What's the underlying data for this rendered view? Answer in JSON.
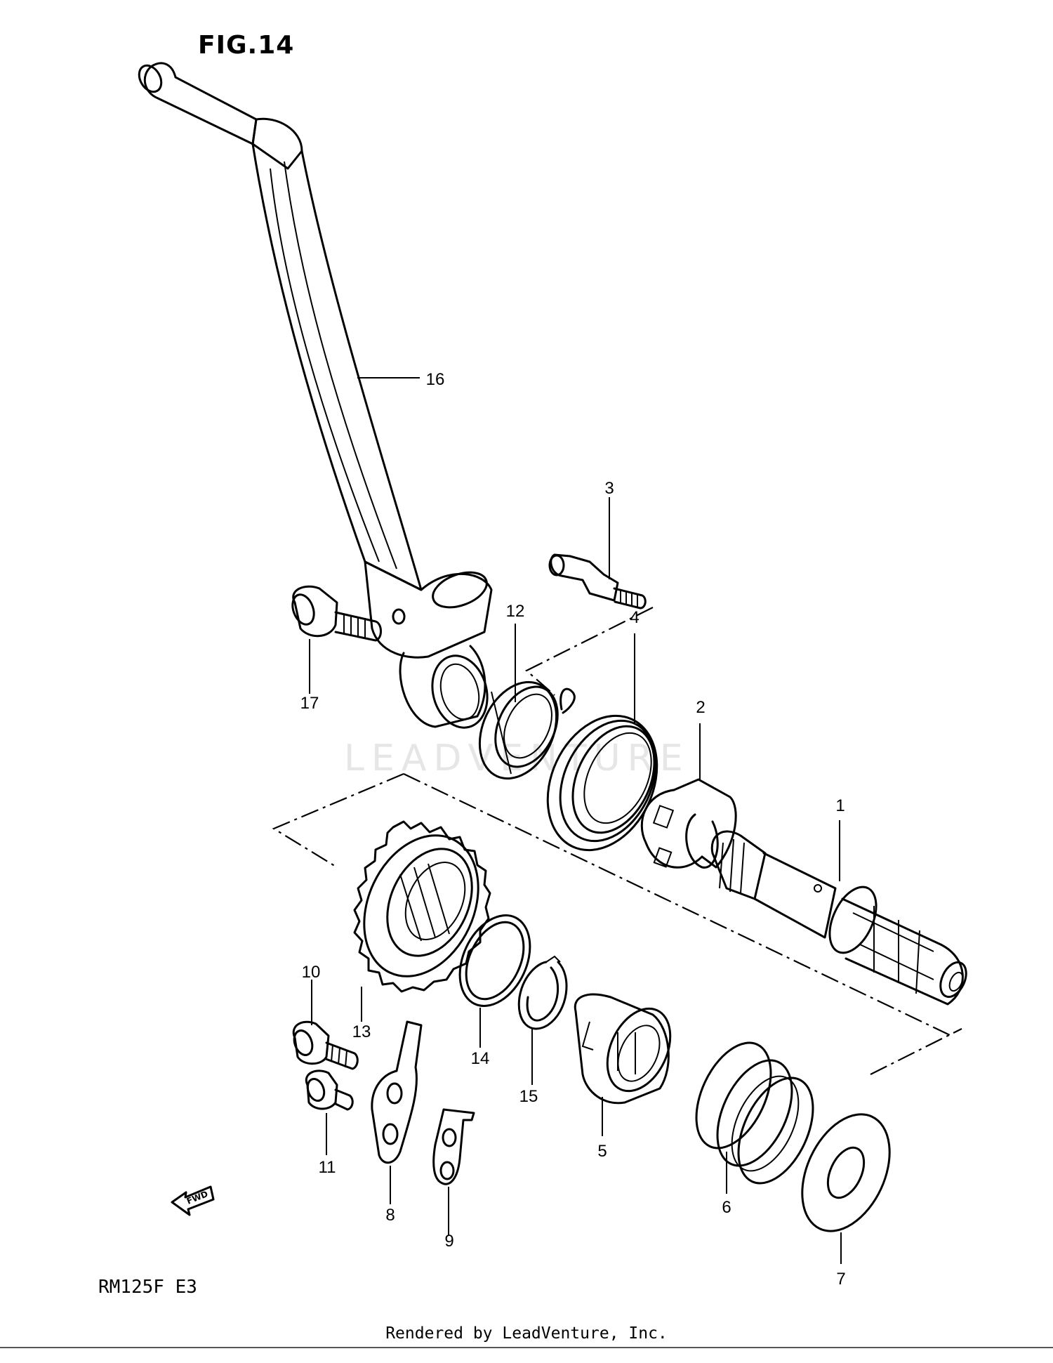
{
  "figure": {
    "title": "FIG.14",
    "model": "RM125F  E3",
    "watermark": "LEADVENTURE",
    "footer": "Rendered by LeadVenture, Inc.",
    "fwd_label": "FWD"
  },
  "callouts": {
    "c1": "1",
    "c2": "2",
    "c3": "3",
    "c4": "4",
    "c5": "5",
    "c6": "6",
    "c7": "7",
    "c8": "8",
    "c9": "9",
    "c10": "10",
    "c11": "11",
    "c12": "12",
    "c13": "13",
    "c14": "14",
    "c15": "15",
    "c16": "16",
    "c17": "17"
  }
}
